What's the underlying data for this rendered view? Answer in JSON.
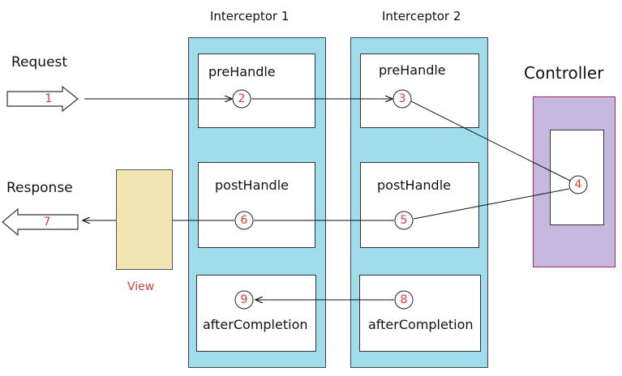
{
  "labels": {
    "interceptor1": "Interceptor 1",
    "interceptor2": "Interceptor 2",
    "controller": "Controller",
    "request": "Request",
    "response": "Response",
    "view": "View"
  },
  "interceptor1": {
    "pre": "preHandle",
    "post": "postHandle",
    "after": "afterCompletion"
  },
  "interceptor2": {
    "pre": "preHandle",
    "post": "postHandle",
    "after": "afterCompletion"
  },
  "steps": [
    "1",
    "2",
    "3",
    "4",
    "5",
    "6",
    "7",
    "8",
    "9"
  ],
  "colors": {
    "interceptor_fill": "#9fdcec",
    "controller_fill": "#c5b9e0",
    "controller_border": "#9b2f55",
    "view_fill": "#f0e6b4",
    "view_label": "#e03a3a",
    "step_number": "#e03a3a"
  }
}
